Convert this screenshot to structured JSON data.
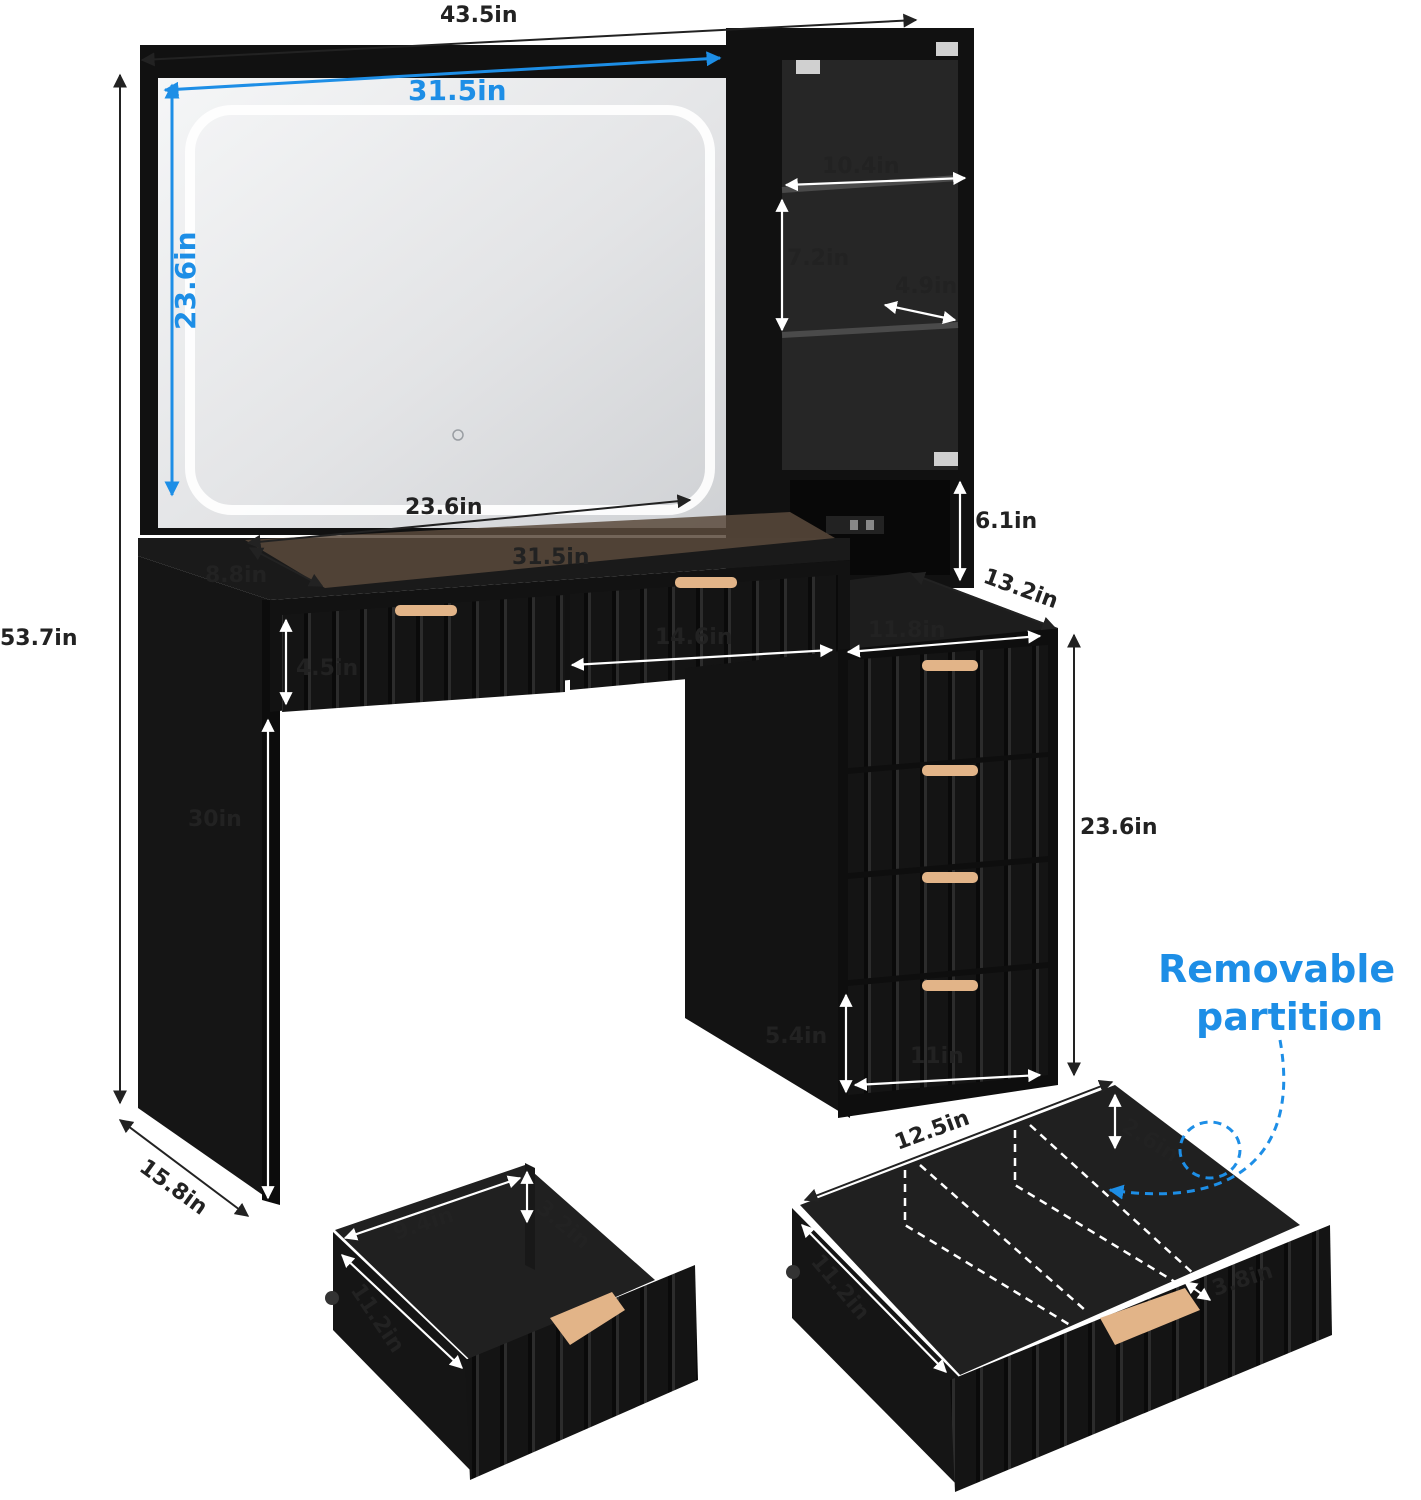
{
  "product": {
    "overall_width": "43.5in",
    "overall_height": "53.7in",
    "overall_depth": "15.8in",
    "mirror_width": "31.5in",
    "mirror_height": "23.6in",
    "glass_top_width": "23.6in",
    "desk_width": "31.5in",
    "glass_top_depth": "8.8in",
    "shelf_width": "10.4in",
    "shelf_height": "7.2in",
    "shelf_depth": "4.9in",
    "outlet_gap_height": "6.1in",
    "cabinet_depth": "13.2in",
    "cabinet_width": "11.8in",
    "drawer_front_height": "4.5in",
    "drawer_front_width": "14.6in",
    "leg_height": "30in",
    "cabinet_height": "23.6in",
    "cabinet_drawer_height": "5.4in",
    "cabinet_drawer_width": "11in",
    "small_drawer_width": "9.4in",
    "small_drawer_height": "3.2in",
    "small_drawer_depth": "11.2in",
    "large_drawer_width": "12.5in",
    "large_drawer_height": "2.6in",
    "large_drawer_depth": "11.2in",
    "partition_gap": "3.8in",
    "callout_line1": "Removable",
    "callout_line2": "partition"
  },
  "colors": {
    "callout_blue": "#1d8ee6",
    "furniture_black": "#121212",
    "handle_gold": "#e2b488",
    "text_dark": "#222222"
  }
}
